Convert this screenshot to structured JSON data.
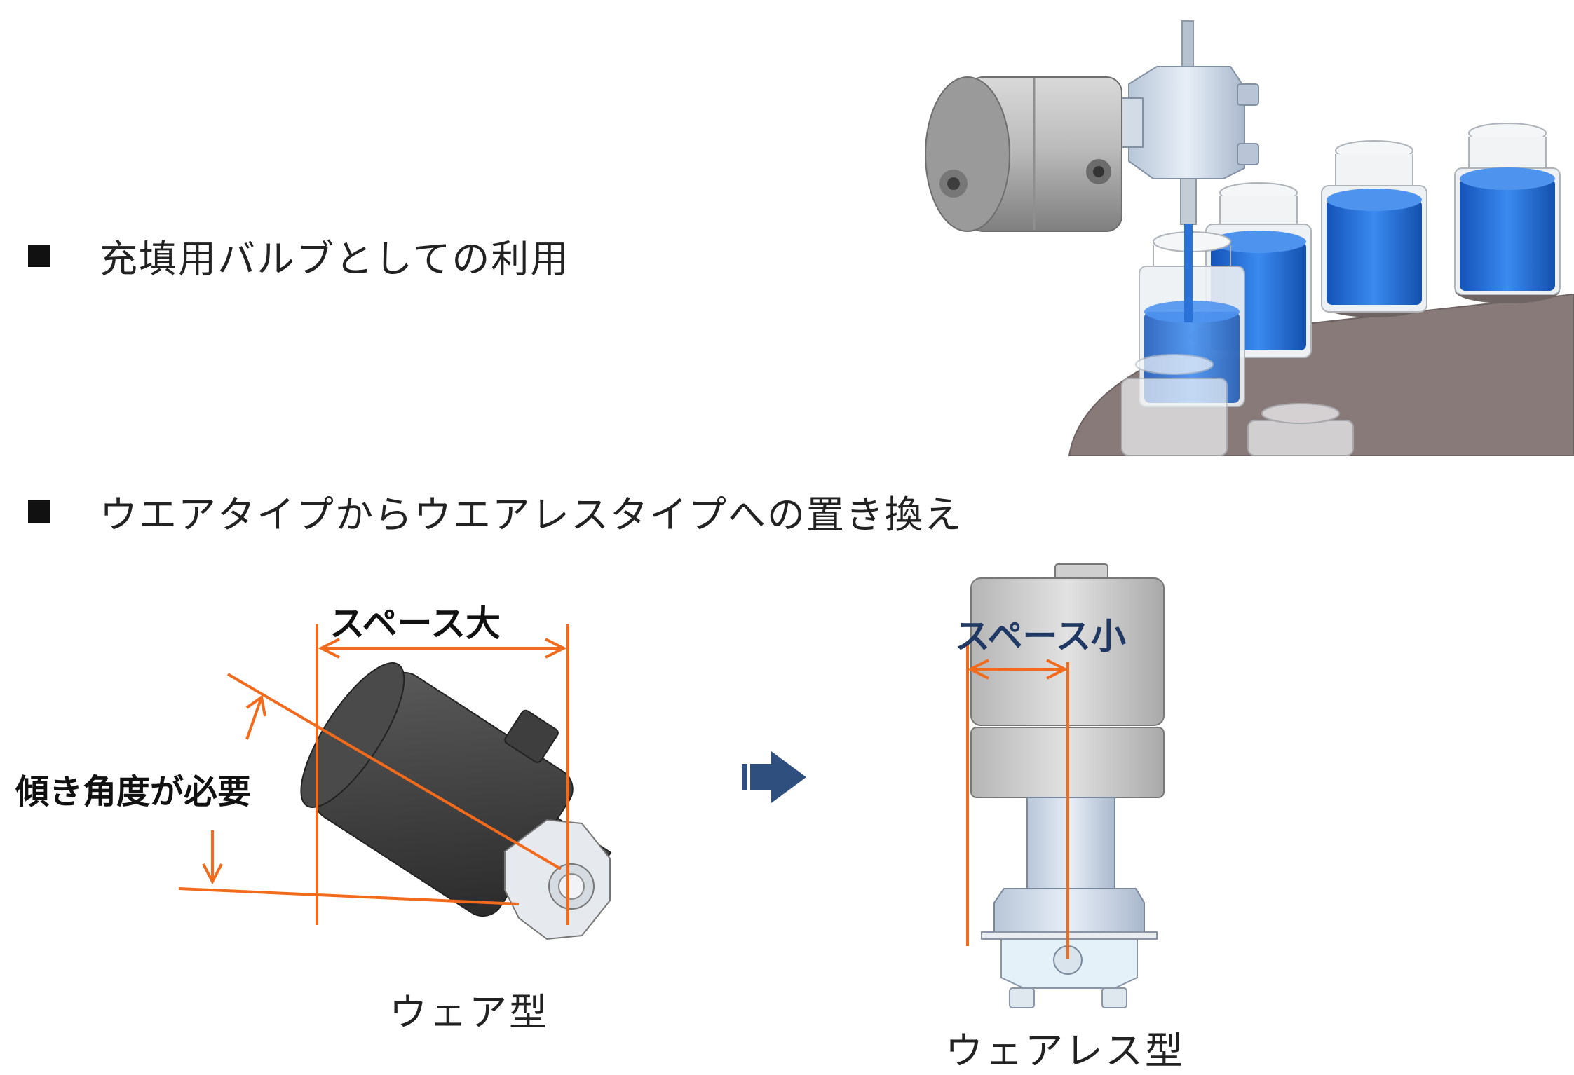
{
  "bullets": [
    {
      "text": "充填用バルブとしての利用"
    },
    {
      "text": "ウエアタイプからウエアレスタイプへの置き換え"
    }
  ],
  "labels": {
    "space_large": "スペース大",
    "space_small": "スペース小",
    "tilt_required": "傾き角度が必要"
  },
  "captions": {
    "weir_type": "ウェア型",
    "weirless_type": "ウェアレス型"
  },
  "colors": {
    "annotation": "#f26a1b",
    "arrow": "#2f4f7f",
    "liquid": "#1f6fd6",
    "valve_body": "#c7d4e6",
    "actuator": "#bdbdbd",
    "table": "#877a79"
  },
  "icons": [
    "black-square-bullet-icon",
    "right-arrow-icon"
  ]
}
